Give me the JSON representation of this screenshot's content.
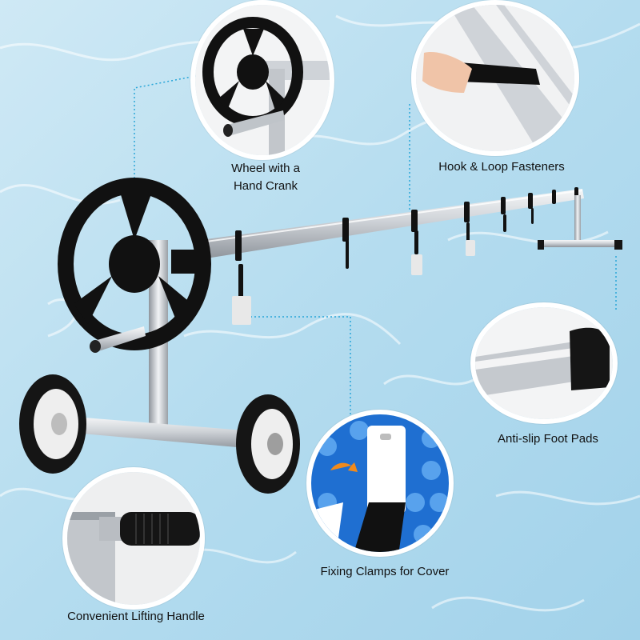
{
  "callouts": {
    "wheel_crank": {
      "line1": "Wheel with a",
      "line2": "Hand Crank"
    },
    "hook_loop": {
      "label": "Hook & Loop Fasteners"
    },
    "foot_pads": {
      "label": "Anti-slip Foot Pads"
    },
    "fixing_clamps": {
      "label": "Fixing Clamps for Cover"
    },
    "lifting_handle": {
      "label": "Convenient Lifting Handle"
    }
  },
  "colors": {
    "water_light": "#d8eef8",
    "water_mid": "#a9d6ec",
    "water_deep": "#6fb8dc",
    "tube": "#c9cdd2",
    "tube_highlight": "#f4f6f8",
    "rubber": "#151515",
    "cover_blue": "#1f6fd1",
    "cover_orange": "#f08a1c",
    "dotted_line": "#2aa6d8"
  }
}
